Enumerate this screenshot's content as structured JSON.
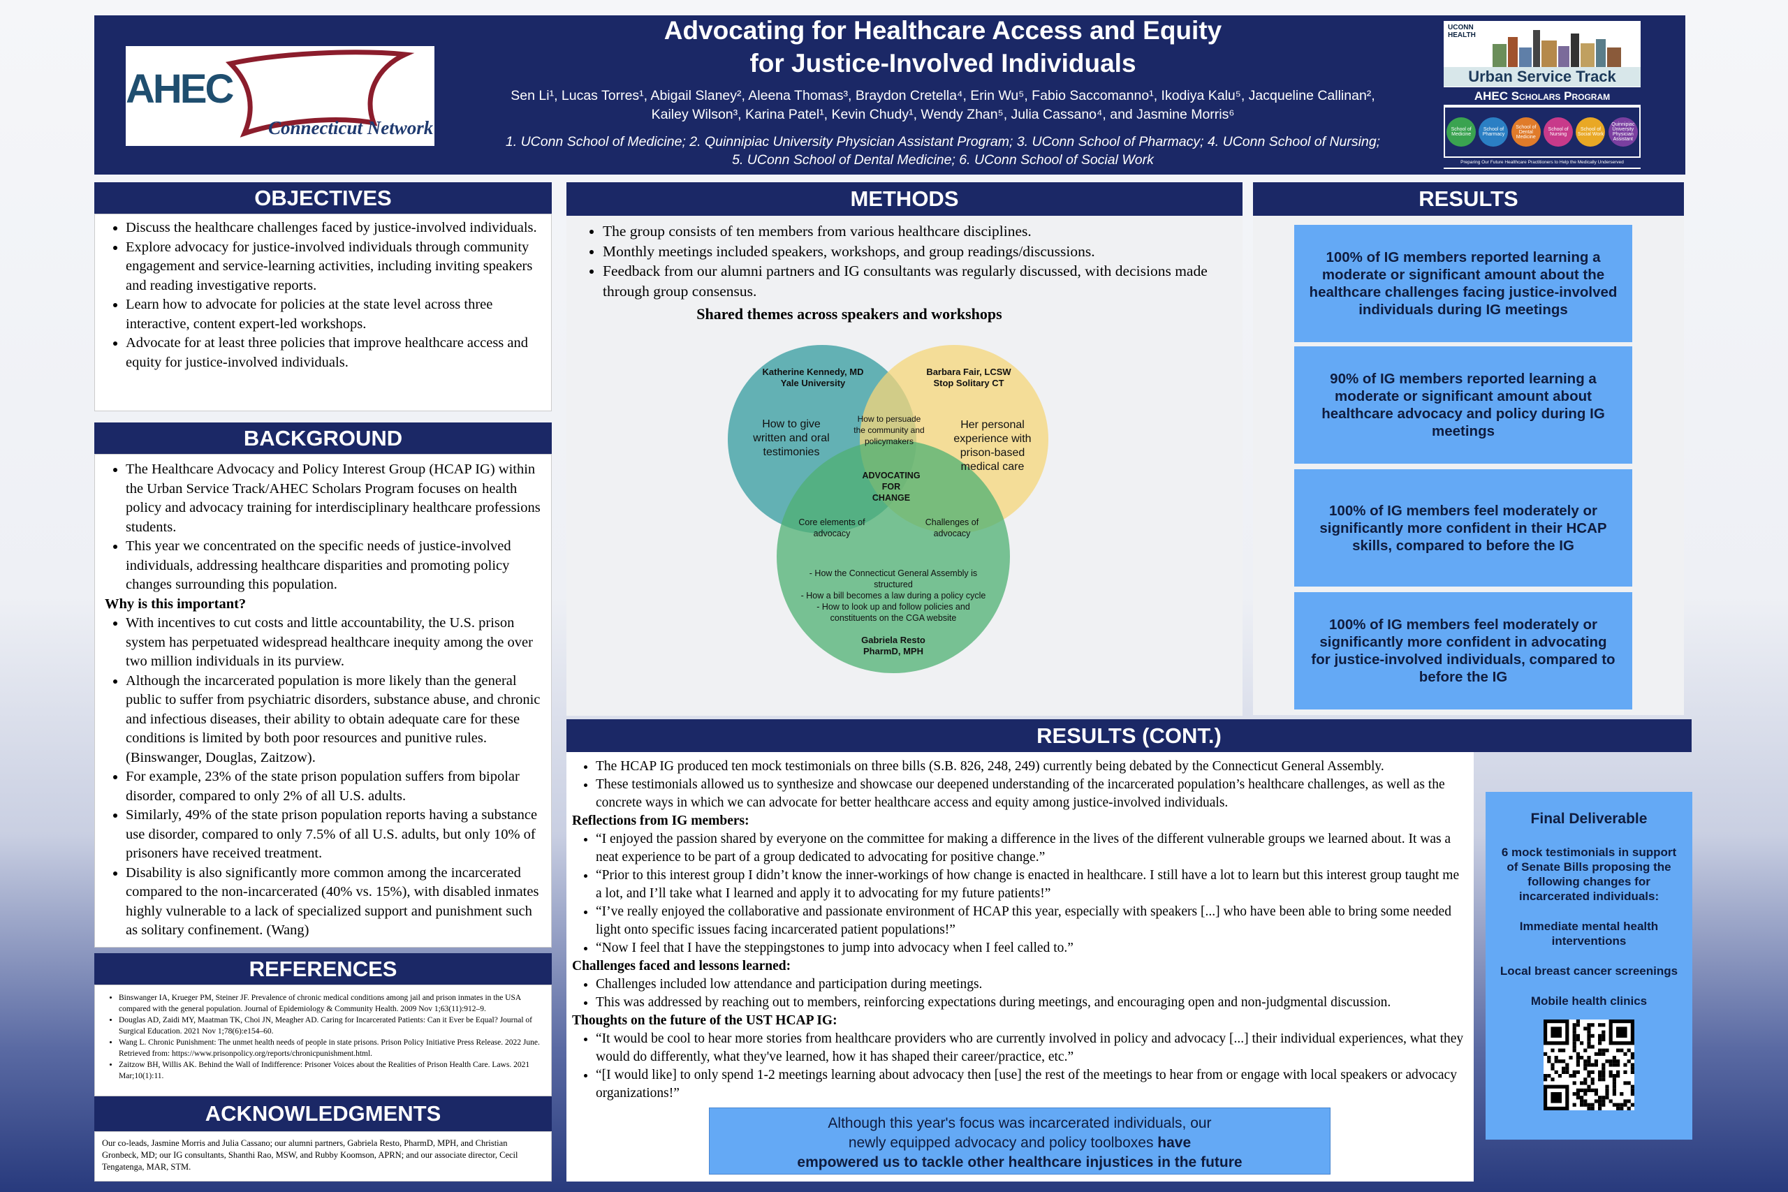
{
  "header": {
    "title_line1": "Advocating for Healthcare Access and Equity",
    "title_line2": "for Justice-Involved Individuals",
    "authors_line1": "Sen Li¹, Lucas Torres¹, Abigail Slaney², Aleena Thomas³, Braydon Cretella⁴, Erin Wu⁵, Fabio Saccomanno¹, Ikodiya Kalu⁵, Jacqueline Callinan²,",
    "authors_line2": "Kailey Wilson³, Karina Patel¹, Kevin Chudy¹, Wendy Zhan⁵, Julia Cassano⁴, and Jasmine Morris⁶",
    "affil_line1": "1. UConn School of Medicine; 2. Quinnipiac University Physician Assistant Program; 3. UConn School of Pharmacy; 4. UConn School of Nursing;",
    "affil_line2": "5. UConn School of Dental Medicine; 6. UConn School of Social Work",
    "logo_left_main": "AHEC",
    "logo_left_sub": "Connecticut Network",
    "logo_right_top": "UCONN HEALTH",
    "logo_right_track": "Urban Service Track",
    "logo_right_program": "AHEC Scholars Program",
    "logo_right_circles": [
      "School of Medicine",
      "School of Pharmacy",
      "School of Dental Medicine",
      "School of Nursing",
      "School of Social Work",
      "Quinnipiac University Physician Assistant"
    ],
    "logo_right_tagline": "Preparing Our Future Healthcare Practitioners to Help the Medically Underserved"
  },
  "objectives": {
    "title": "OBJECTIVES",
    "items": [
      "Discuss the healthcare challenges faced by justice-involved individuals.",
      "Explore advocacy for justice-involved individuals through community engagement and service-learning activities, including inviting speakers and reading investigative reports.",
      "Learn how to advocate for policies at the state level across three interactive, content expert-led workshops.",
      "Advocate for at least three policies that improve healthcare access and equity for justice-involved individuals."
    ]
  },
  "background": {
    "title": "BACKGROUND",
    "items1": [
      "The Healthcare Advocacy and Policy Interest Group (HCAP IG) within the Urban Service Track/AHEC Scholars Program focuses on health policy and advocacy training for interdisciplinary healthcare professions students.",
      "This year we concentrated on the specific needs of justice-involved individuals, addressing healthcare disparities and promoting policy changes surrounding this population."
    ],
    "why_heading": "Why is this important?",
    "items2": [
      "With incentives to cut costs and little accountability, the U.S. prison system has perpetuated widespread healthcare inequity among the over two million individuals in its purview.",
      "Although the incarcerated population is more likely than the general public to suffer from psychiatric disorders, substance abuse, and chronic and infectious diseases, their ability to obtain adequate care for these conditions is limited by both poor resources and punitive rules. (Binswanger, Douglas, Zaitzow).",
      "For example, 23% of the state prison population suffers from bipolar disorder, compared to only 2% of all U.S. adults.",
      "Similarly, 49% of the state prison population reports having a substance use disorder, compared to only 7.5% of all U.S. adults, but only 10% of prisoners have received treatment.",
      "Disability is also significantly more common among the incarcerated compared to the non-incarcerated (40% vs. 15%), with disabled inmates highly vulnerable to a lack of specialized support and punishment such as solitary confinement. (Wang)"
    ]
  },
  "references": {
    "title": "REFERENCES",
    "items": [
      "Binswanger IA, Krueger PM, Steiner JF. Prevalence of chronic medical conditions among jail and prison inmates in the USA compared with the general population. Journal of Epidemiology & Community Health. 2009 Nov 1;63(11):912–9.",
      "Douglas AD, Zaidi MY, Maatman TK, Choi JN, Meagher AD. Caring for Incarcerated Patients: Can it Ever be Equal? Journal of Surgical Education. 2021 Nov 1;78(6):e154–60.",
      "Wang L. Chronic Punishment: The unmet health needs of people in state prisons. Prison Policy Initiative Press Release. 2022 June. Retrieved from: https://www.prisonpolicy.org/reports/chronicpunishment.html.",
      "Zaitzow BH, Willis AK. Behind the Wall of Indifference: Prisoner Voices about the Realities of Prison Health Care. Laws. 2021 Mar;10(1):11."
    ]
  },
  "acknowledgments": {
    "title": "ACKNOWLEDGMENTS",
    "text": "Our co-leads, Jasmine Morris and Julia Cassano; our alumni partners, Gabriela Resto, PharmD, MPH, and Christian Gronbeck, MD; our IG consultants, Shanthi Rao, MSW, and Rubby Koomson, APRN; and our associate director, Cecil Tengatenga, MAR, STM."
  },
  "methods": {
    "title": "METHODS",
    "items": [
      "The group consists of ten members from various healthcare disciplines.",
      "Monthly meetings included speakers, workshops, and group readings/discussions.",
      "Feedback from our alumni partners and IG consultants was regularly discussed, with decisions made through group consensus."
    ],
    "venn_title": "Shared themes across speakers and workshops",
    "venn": {
      "left_name": "Katherine Kennedy, MD",
      "left_org": "Yale University",
      "left_text": [
        "How to give",
        "written and oral",
        "testimonies"
      ],
      "right_name": "Barbara Fair, LCSW",
      "right_org": "Stop Solitary CT",
      "right_text": [
        "Her personal",
        "experience with",
        "prison-based",
        "medical care"
      ],
      "top_overlap": [
        "How to persuade",
        "the community and",
        "policymakers"
      ],
      "center": [
        "ADVOCATING",
        "FOR",
        "CHANGE"
      ],
      "left_bottom_overlap": [
        "Core elements of",
        "advocacy"
      ],
      "right_bottom_overlap": [
        "Challenges of",
        "advocacy"
      ],
      "bottom_text": [
        "- How the Connecticut General Assembly is",
        "structured",
        "- How a bill becomes a law during a policy cycle",
        "- How to look up and follow policies and",
        "constituents on the CGA website"
      ],
      "bottom_name": "Gabriela Resto",
      "bottom_org": "PharmD, MPH",
      "colors": {
        "left": "#4aa6a8",
        "right": "#f6d67a",
        "bottom": "#4fb073"
      }
    }
  },
  "results": {
    "title": "RESULTS",
    "boxes": [
      "100% of IG members reported learning a moderate or significant amount about the healthcare challenges facing justice-involved individuals during IG meetings",
      "90% of IG members reported learning a moderate or significant amount about healthcare advocacy and policy during IG meetings",
      "100% of IG members feel moderately or significantly more confident in their HCAP skills, compared to before the IG",
      "100% of IG members feel moderately or significantly more confident in advocating for justice-involved individuals, compared to before the IG"
    ]
  },
  "results_cont": {
    "title": "RESULTS (CONT.)",
    "items": [
      "The HCAP IG produced ten mock testimonials on three bills (S.B. 826, 248, 249) currently being debated by the Connecticut General Assembly.",
      "These testimonials allowed us to synthesize and showcase our deepened understanding of the incarcerated population’s healthcare challenges, as well as the concrete ways in which we can advocate for better healthcare access and equity among justice-involved individuals."
    ],
    "reflections_heading": "Reflections from IG members:",
    "reflections": [
      "“I enjoyed the passion shared by everyone on the committee for making a difference in the lives of the different vulnerable groups we learned about. It was a neat experience to be part of a group dedicated to advocating for positive change.”",
      "“Prior to this interest group I didn’t know the inner-workings of how change is enacted in healthcare. I still have a lot to learn but this interest group taught me a lot, and I’ll take what I learned and apply it to advocating for my future patients!”",
      "“I’ve really enjoyed the collaborative and passionate environment of HCAP this year, especially with speakers [...] who have been able to bring some needed light onto specific issues facing incarcerated patient populations!”",
      "“Now I feel that I have the steppingstones to jump into advocacy when I feel called to.”"
    ],
    "challenges_heading": "Challenges faced and lessons learned:",
    "challenges": [
      "Challenges included low attendance and participation during meetings.",
      "This was addressed by reaching out to members, reinforcing expectations during meetings, and encouraging open and non-judgmental discussion."
    ],
    "future_heading": "Thoughts on the future of the UST HCAP IG:",
    "future": [
      "“It would be cool to hear more stories from healthcare providers who are currently involved in policy and advocacy [...] their individual experiences, what they would do differently, what they've learned, how it has shaped their career/practice, etc.”",
      "“[I would like] to only spend 1-2 meetings learning about advocacy then [use] the rest of the meetings to hear from or engage with local speakers or advocacy organizations!”"
    ],
    "callout_line1": "Although this year's focus was incarcerated individuals, our",
    "callout_line2a": "newly equipped advocacy and policy toolboxes ",
    "callout_line2b": "have",
    "callout_line3": "empowered us to tackle other healthcare injustices in the future"
  },
  "final_deliverable": {
    "title": "Final Deliverable",
    "intro": "6 mock testimonials in support of Senate Bills proposing the following changes for incarcerated individuals:",
    "items": [
      "Immediate mental health interventions",
      "Local breast cancer screenings",
      "Mobile health clinics"
    ]
  }
}
